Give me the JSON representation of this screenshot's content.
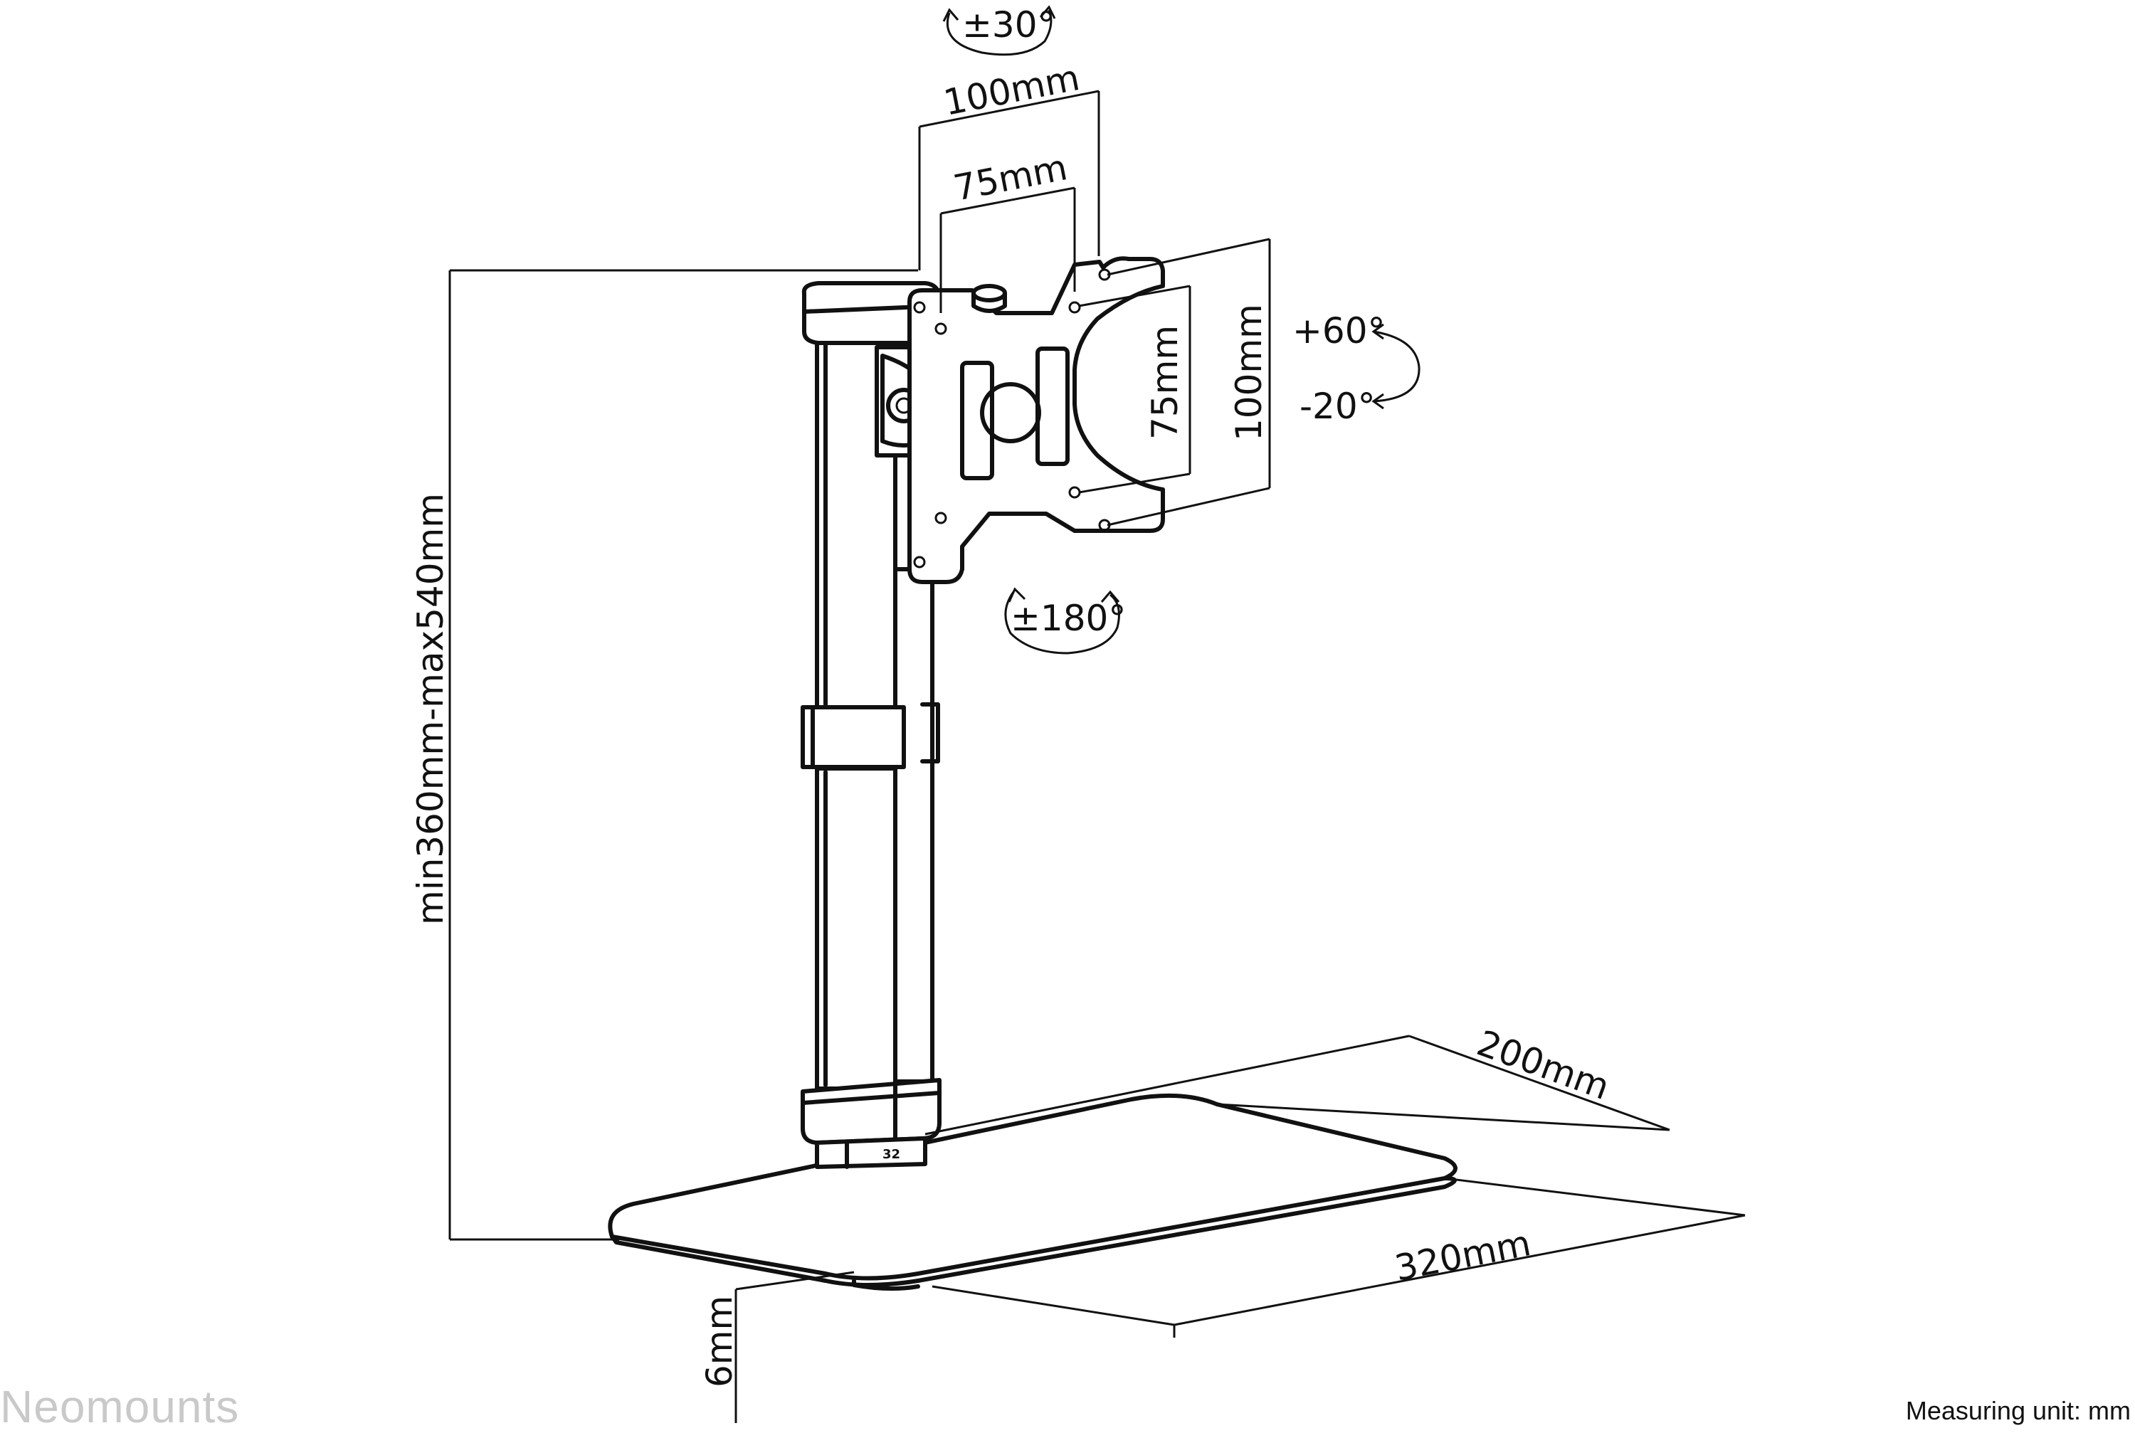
{
  "brand": "Neomounts",
  "measuring_unit": "Measuring unit: mm",
  "dimensions": {
    "rotation_30": "±30°",
    "vesa_100_width": "100mm",
    "vesa_75_width": "75mm",
    "tilt_up": "+60°",
    "tilt_down": "-20°",
    "vesa_75_height": "75mm",
    "vesa_100_height": "100mm",
    "rotation_180": "±180°",
    "height_range": "min360mm-max540mm",
    "base_depth": "200mm",
    "base_width": "320mm",
    "base_thickness": "6mm",
    "pole_marking": "32"
  }
}
